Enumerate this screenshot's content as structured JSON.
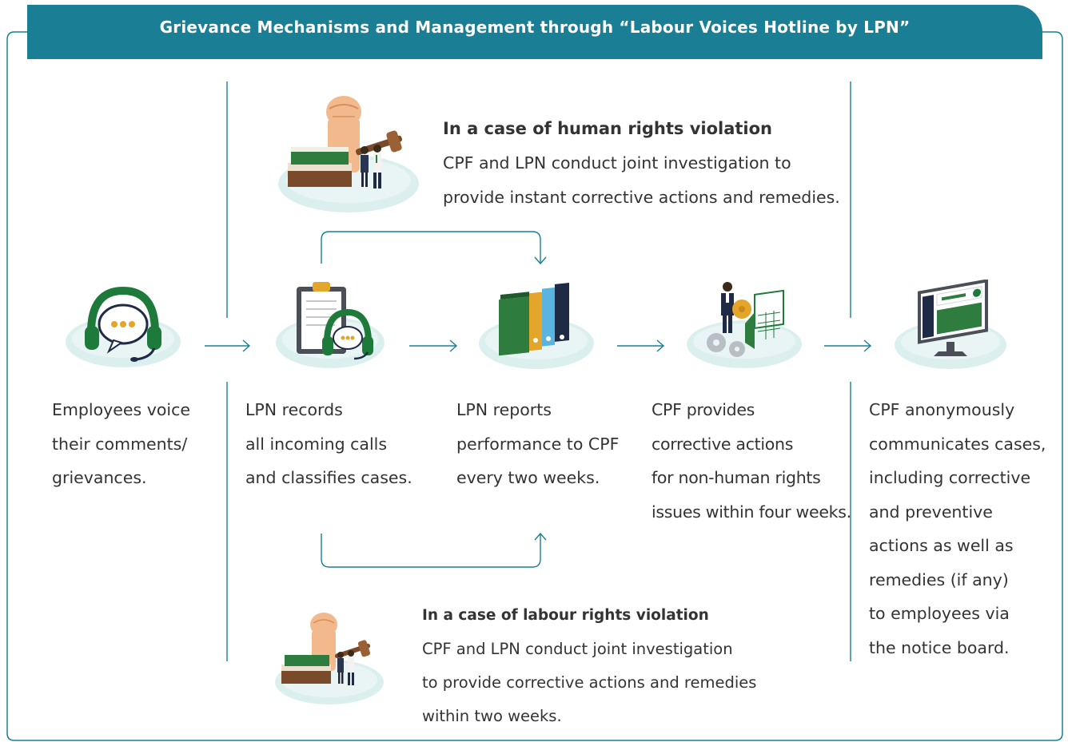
{
  "title": "Grievance Mechanisms and Management through “Labour Voices Hotline by LPN”",
  "human_rights_case": {
    "title": "In a case of human rights violation",
    "lines": [
      "CPF and LPN conduct joint investigation to",
      "provide instant corrective actions and remedies."
    ]
  },
  "labour_rights_case": {
    "title": "In a case of labour rights violation",
    "lines": [
      "CPF and LPN conduct joint investigation",
      "to provide corrective actions and remedies",
      "within two weeks."
    ]
  },
  "steps": [
    {
      "lines": [
        "Employees voice",
        "their comments/",
        "grievances."
      ],
      "icon": "headset-chat-icon"
    },
    {
      "lines": [
        "LPN records",
        "all incoming calls",
        "and classifies cases."
      ],
      "icon": "clipboard-headset-icon"
    },
    {
      "lines": [
        "LPN reports",
        "performance to CPF",
        "every two weeks."
      ],
      "icon": "binders-icon"
    },
    {
      "lines": [
        "CPF provides",
        "corrective actions",
        "for non-human rights",
        "issues within four weeks."
      ],
      "icon": "businessman-gears-calendar-icon"
    },
    {
      "lines": [
        "CPF anonymously",
        "communicates cases,",
        "including corrective",
        "and preventive",
        "actions as well as",
        "remedies (if any)",
        "to employees via",
        "the notice board."
      ],
      "icon": "monitor-notice-board-icon"
    }
  ],
  "colors": {
    "banner": "#1a7f95",
    "line": "#1a7f95",
    "headset_green": "#1e7a3a",
    "platform": "#dcefef",
    "book_green": "#2e7d3e",
    "gold": "#e3a52a",
    "skin": "#f2b98c"
  }
}
